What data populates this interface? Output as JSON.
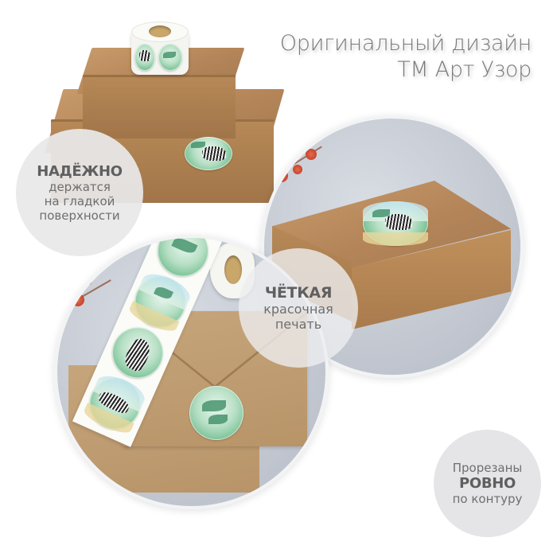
{
  "header": {
    "title_line1": "Оригинальный дизайн",
    "title_line2": "ТМ Арт Узор"
  },
  "badges": {
    "reliable": {
      "strong": "НАДЁЖНО",
      "line1": "держатся",
      "line2": "на гладкой",
      "line3": "поверхности"
    },
    "print": {
      "strong": "ЧЁТКАЯ",
      "line1": "красочная",
      "line2": "печать"
    },
    "cut": {
      "line1": "Прорезаны",
      "strong": "РОВНО",
      "line2": "по контуру"
    }
  },
  "images": {
    "top_left": "stacked-kraft-boxes-with-sticker-roll",
    "right_circle": "kraft-box-with-zebra-sticker",
    "bottom_circle": "sticker-roll-strip-on-kraft-envelopes"
  },
  "colors": {
    "kraft": "#b48559",
    "text_gray": "#6b6b6b",
    "badge_bg": "#e8e8ea",
    "photo_bg": "#c3c8d1",
    "sticker_green": "#7fc49a",
    "blossom_red": "#c8452e"
  }
}
